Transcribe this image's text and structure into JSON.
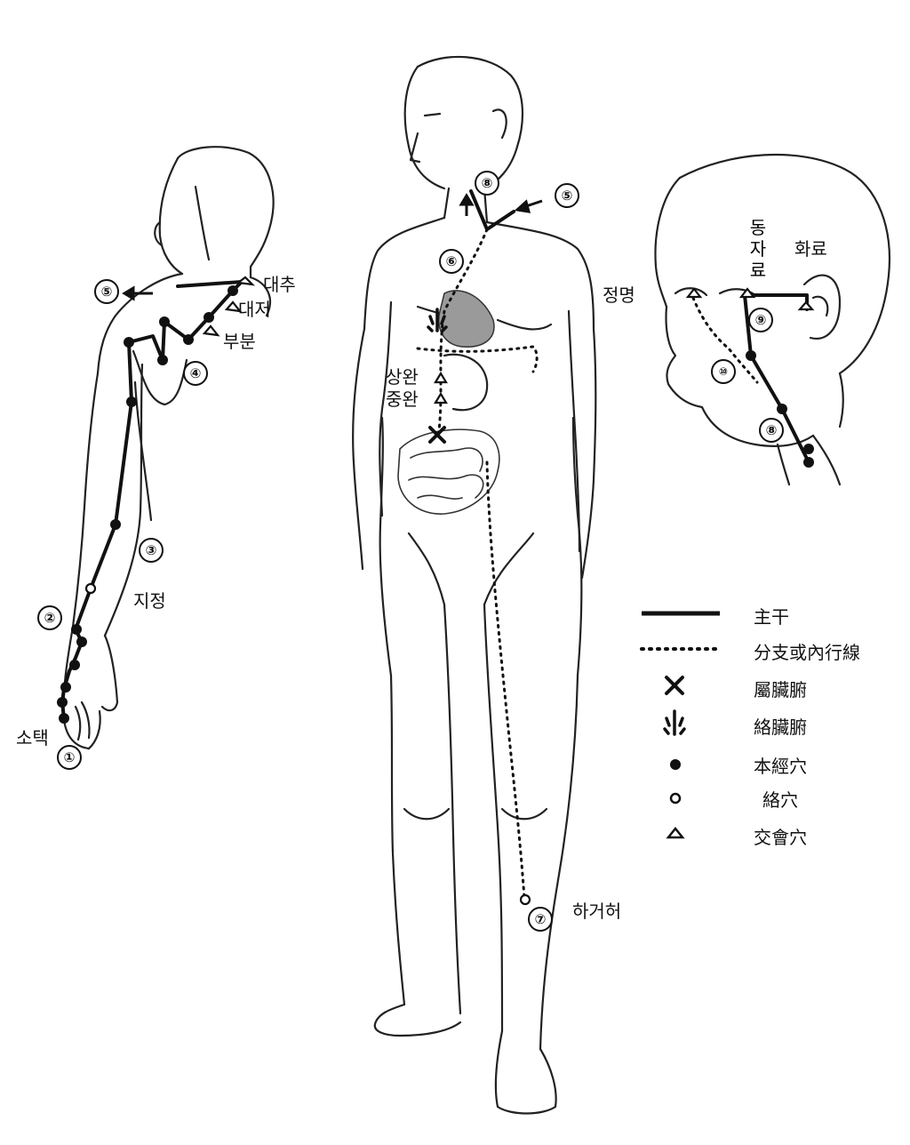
{
  "labels": {
    "sotaek": "소택",
    "jijeong": "지정",
    "daechu": "대추",
    "daejeo": "대저",
    "bubun": "부분",
    "sangwan": "상완",
    "jungwan": "중완",
    "hageoheo": "하거허",
    "jeongmyeong": "정명",
    "dongjaryo": "동자료",
    "hwaryo": "화료"
  },
  "markers": {
    "n1": "①",
    "n2": "②",
    "n3": "③",
    "n4": "④",
    "n5": "⑤",
    "n6": "⑥",
    "n7": "⑦",
    "n8": "⑧",
    "n9": "⑨",
    "n10": "⑩"
  },
  "legend": {
    "main_trunk": "主干",
    "branch": "分支或內行線",
    "belongs_organ": "屬臟腑",
    "connects_organ": "絡臟腑",
    "meridian_point": "本經穴",
    "luo_point": "絡穴",
    "crossing_point": "交會穴"
  },
  "colors": {
    "ink": "#111111",
    "organ_fill": "#9a9a9a"
  }
}
